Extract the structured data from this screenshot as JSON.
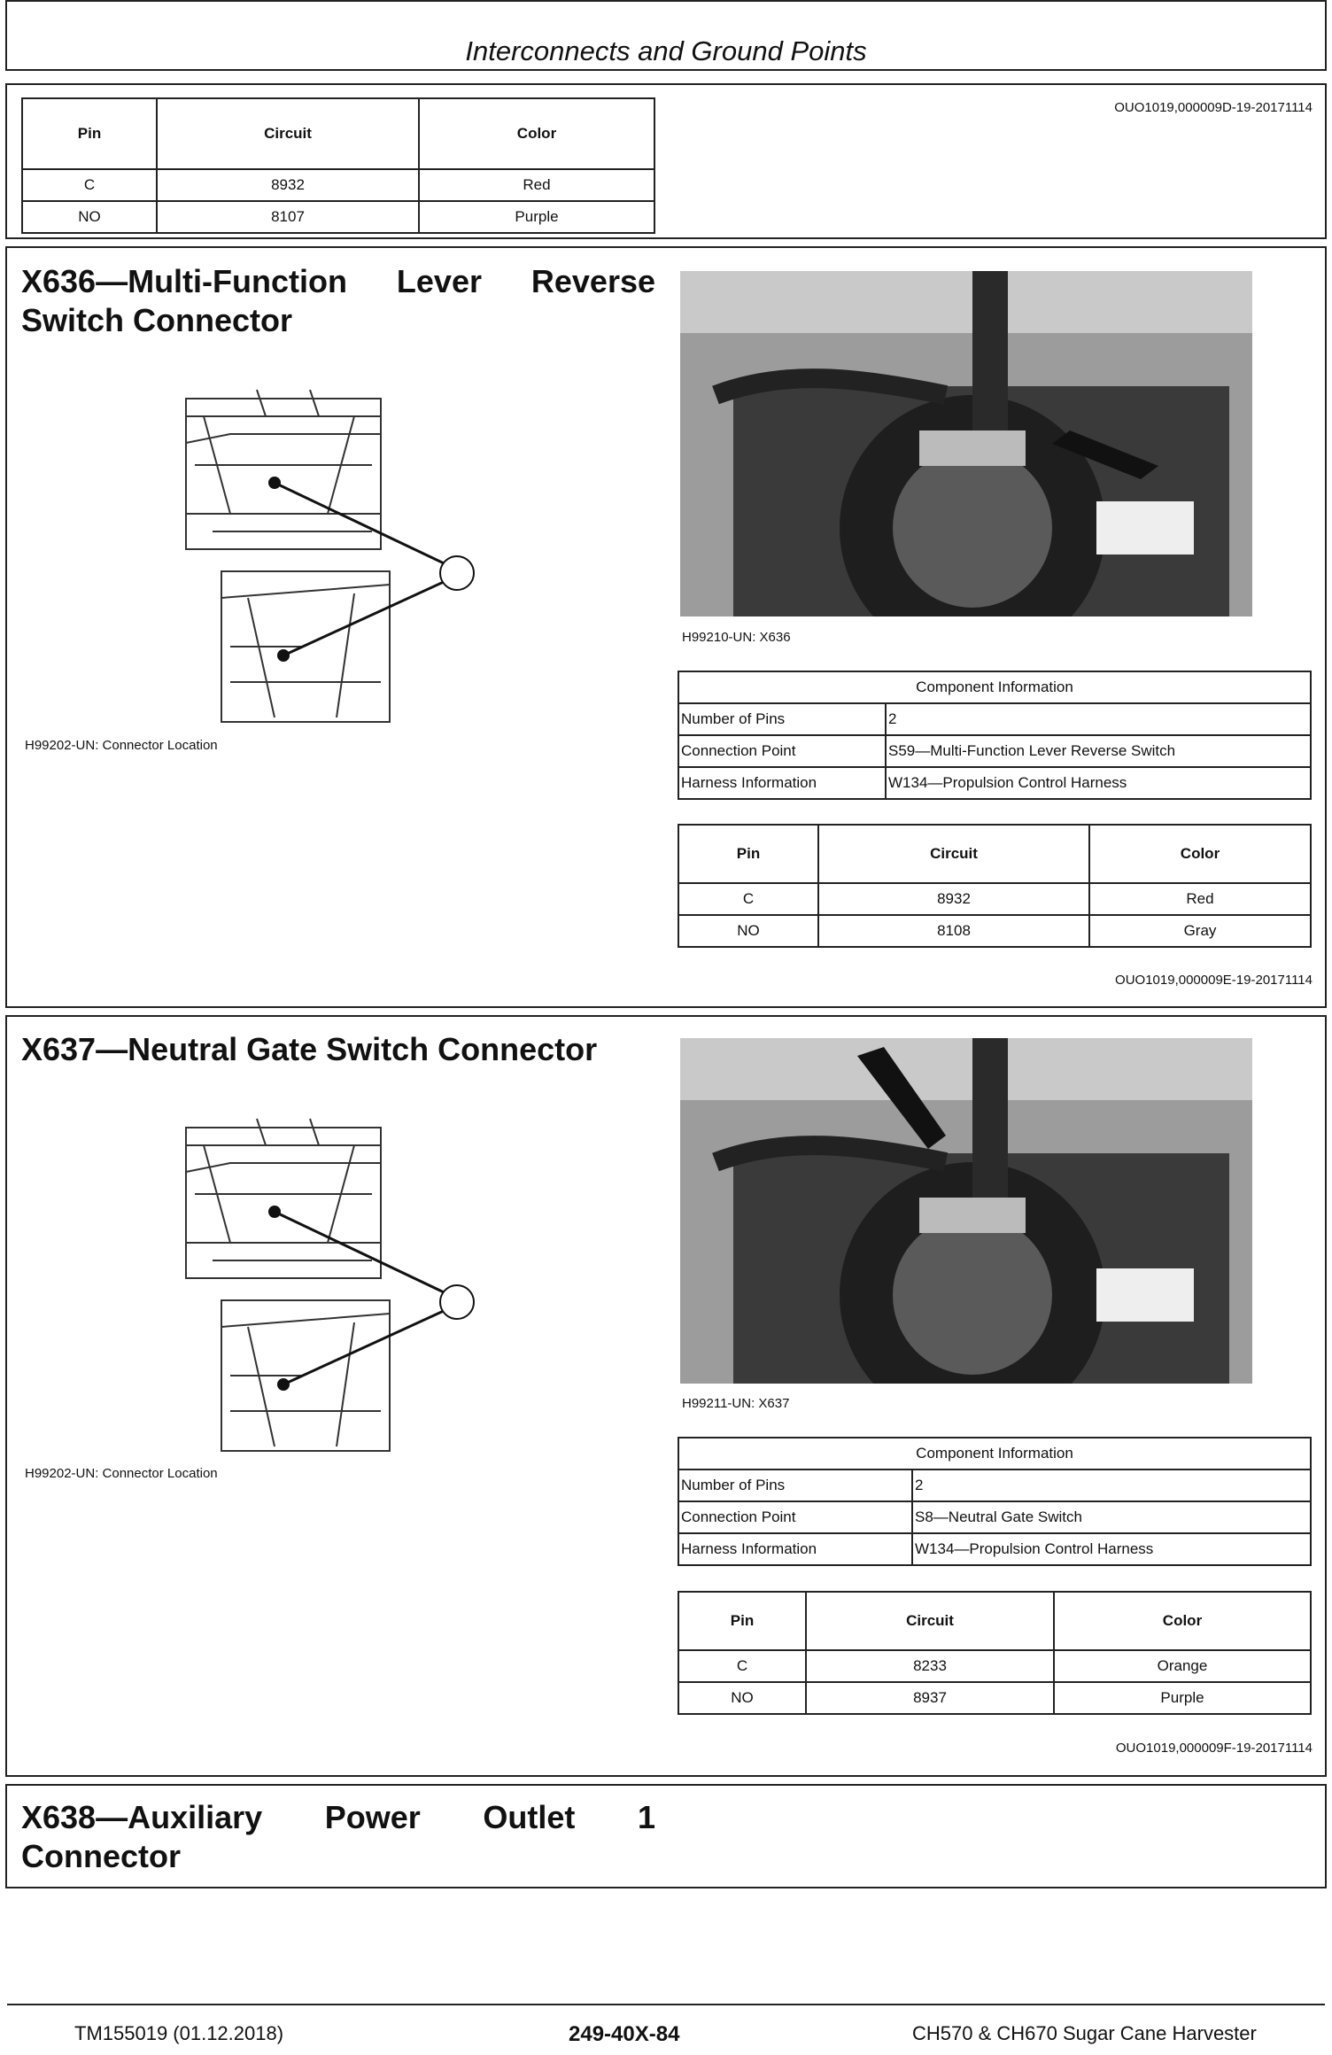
{
  "header": {
    "title": "Interconnects and Ground Points"
  },
  "top_section": {
    "ref": "OUO1019,000009D-19-20171114",
    "pin_table": {
      "headers": [
        "Pin",
        "Circuit",
        "Color"
      ],
      "rows": [
        [
          "C",
          "8932",
          "Red"
        ],
        [
          "NO",
          "8107",
          "Purple"
        ]
      ]
    }
  },
  "x636": {
    "title": "X636—Multi-Function Lever Reverse Switch Connector",
    "diagram_caption": "H99202-UN: Connector Location",
    "photo_caption": "H99210-UN: X636",
    "component_info": {
      "heading": "Component Information",
      "rows": [
        [
          "Number of Pins",
          "2"
        ],
        [
          "Connection Point",
          "S59—Multi-Function Lever Reverse Switch"
        ],
        [
          "Harness Information",
          "W134—Propulsion Control Harness"
        ]
      ]
    },
    "pin_table": {
      "headers": [
        "Pin",
        "Circuit",
        "Color"
      ],
      "rows": [
        [
          "C",
          "8932",
          "Red"
        ],
        [
          "NO",
          "8108",
          "Gray"
        ]
      ]
    },
    "ref": "OUO1019,000009E-19-20171114"
  },
  "x637": {
    "title": "X637—Neutral Gate Switch Connector",
    "diagram_caption": "H99202-UN: Connector Location",
    "photo_caption": "H99211-UN: X637",
    "component_info": {
      "heading": "Component Information",
      "rows": [
        [
          "Number of Pins",
          "2"
        ],
        [
          "Connection Point",
          "S8—Neutral Gate Switch"
        ],
        [
          "Harness Information",
          "W134—Propulsion Control Harness"
        ]
      ]
    },
    "pin_table": {
      "headers": [
        "Pin",
        "Circuit",
        "Color"
      ],
      "rows": [
        [
          "C",
          "8233",
          "Orange"
        ],
        [
          "NO",
          "8937",
          "Purple"
        ]
      ]
    },
    "ref": "OUO1019,000009F-19-20171114"
  },
  "x638": {
    "title": "X638—Auxiliary Power Outlet 1 Connector"
  },
  "footer": {
    "doc_id": "TM155019 (01.12.2018)",
    "page_number": "249-40X-84",
    "product": "CH570 & CH670 Sugar Cane Harvester"
  }
}
